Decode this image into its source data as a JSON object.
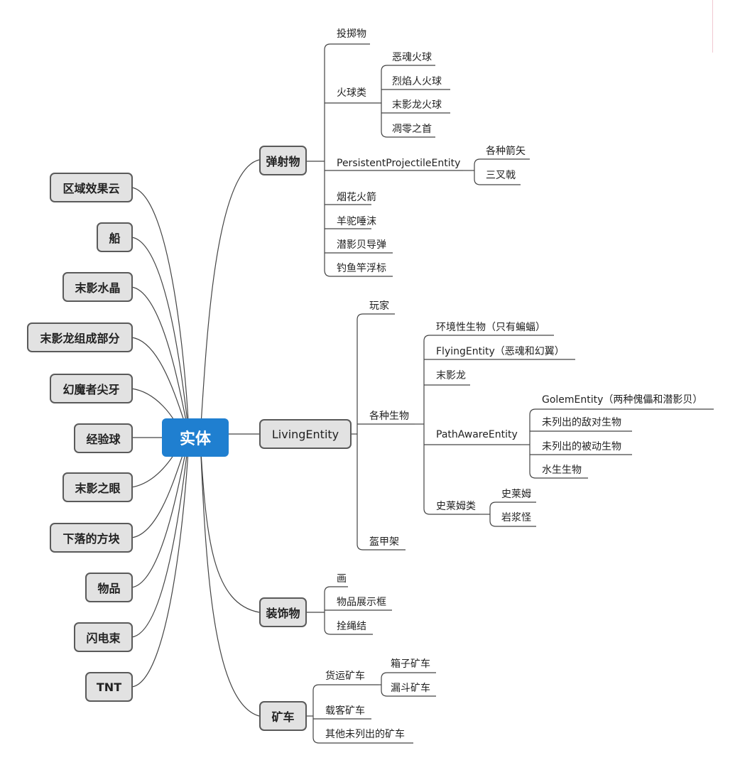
{
  "root": "实体",
  "left_nodes": [
    "区域效果云",
    "船",
    "末影水晶",
    "末影龙组成部分",
    "幻魔者尖牙",
    "经验球",
    "末影之眼",
    "下落的方块",
    "物品",
    "闪电束",
    "TNT"
  ],
  "right": {
    "projectile": {
      "title": "弹射物",
      "items": [
        "投掷物",
        "火球类",
        "PersistentProjectileEntity",
        "烟花火箭",
        "羊驼唾沫",
        "潜影贝导弹",
        "钓鱼竿浮标"
      ],
      "fireballs": [
        "恶魂火球",
        "烈焰人火球",
        "末影龙火球",
        "凋零之首"
      ],
      "persistent": [
        "各种箭矢",
        "三叉戟"
      ]
    },
    "living": {
      "title": "LivingEntity",
      "items": [
        "玩家",
        "各种生物",
        "盔甲架"
      ],
      "mobs": [
        "环境性生物（只有蝙蝠）",
        "FlyingEntity（恶魂和幻翼）",
        "末影龙",
        "PathAwareEntity",
        "史莱姆类"
      ],
      "pathaware": [
        "GolemEntity（两种傀儡和潜影贝）",
        "未列出的敌对生物",
        "未列出的被动生物",
        "水生生物"
      ],
      "slimes": [
        "史莱姆",
        "岩浆怪"
      ]
    },
    "decoration": {
      "title": "装饰物",
      "items": [
        "画",
        "物品展示框",
        "拴绳结"
      ]
    },
    "minecart": {
      "title": "矿车",
      "items": [
        "货运矿车",
        "载客矿车",
        "其他未列出的矿车"
      ],
      "cargo": [
        "箱子矿车",
        "漏斗矿车"
      ]
    }
  }
}
